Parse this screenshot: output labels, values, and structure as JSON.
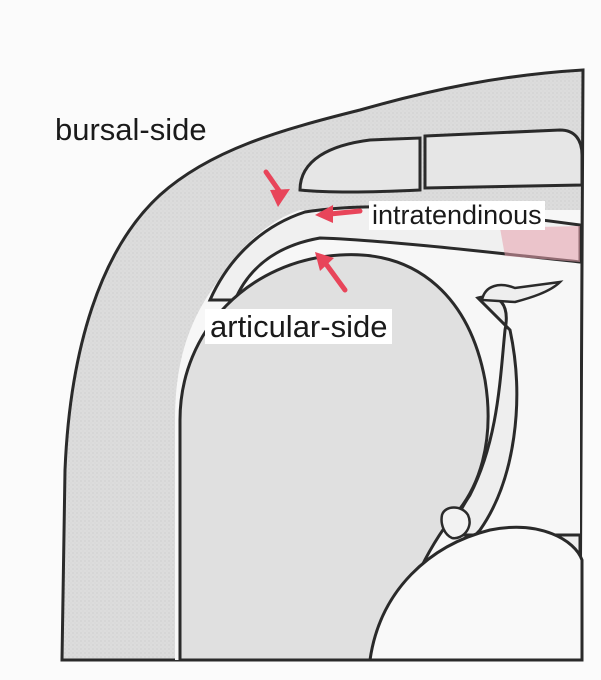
{
  "labels": {
    "bursal_side": "bursal-side",
    "intratendinous": "intratendinous",
    "articular_side": "articular-side"
  },
  "colors": {
    "outline": "#2a2a2a",
    "tissue_fill": "#d9d9d9",
    "bone_fill": "#e8e8e8",
    "background": "#fbfbfb",
    "arrow": "#e8455a",
    "muscle_tint": "#e7a1ad"
  }
}
